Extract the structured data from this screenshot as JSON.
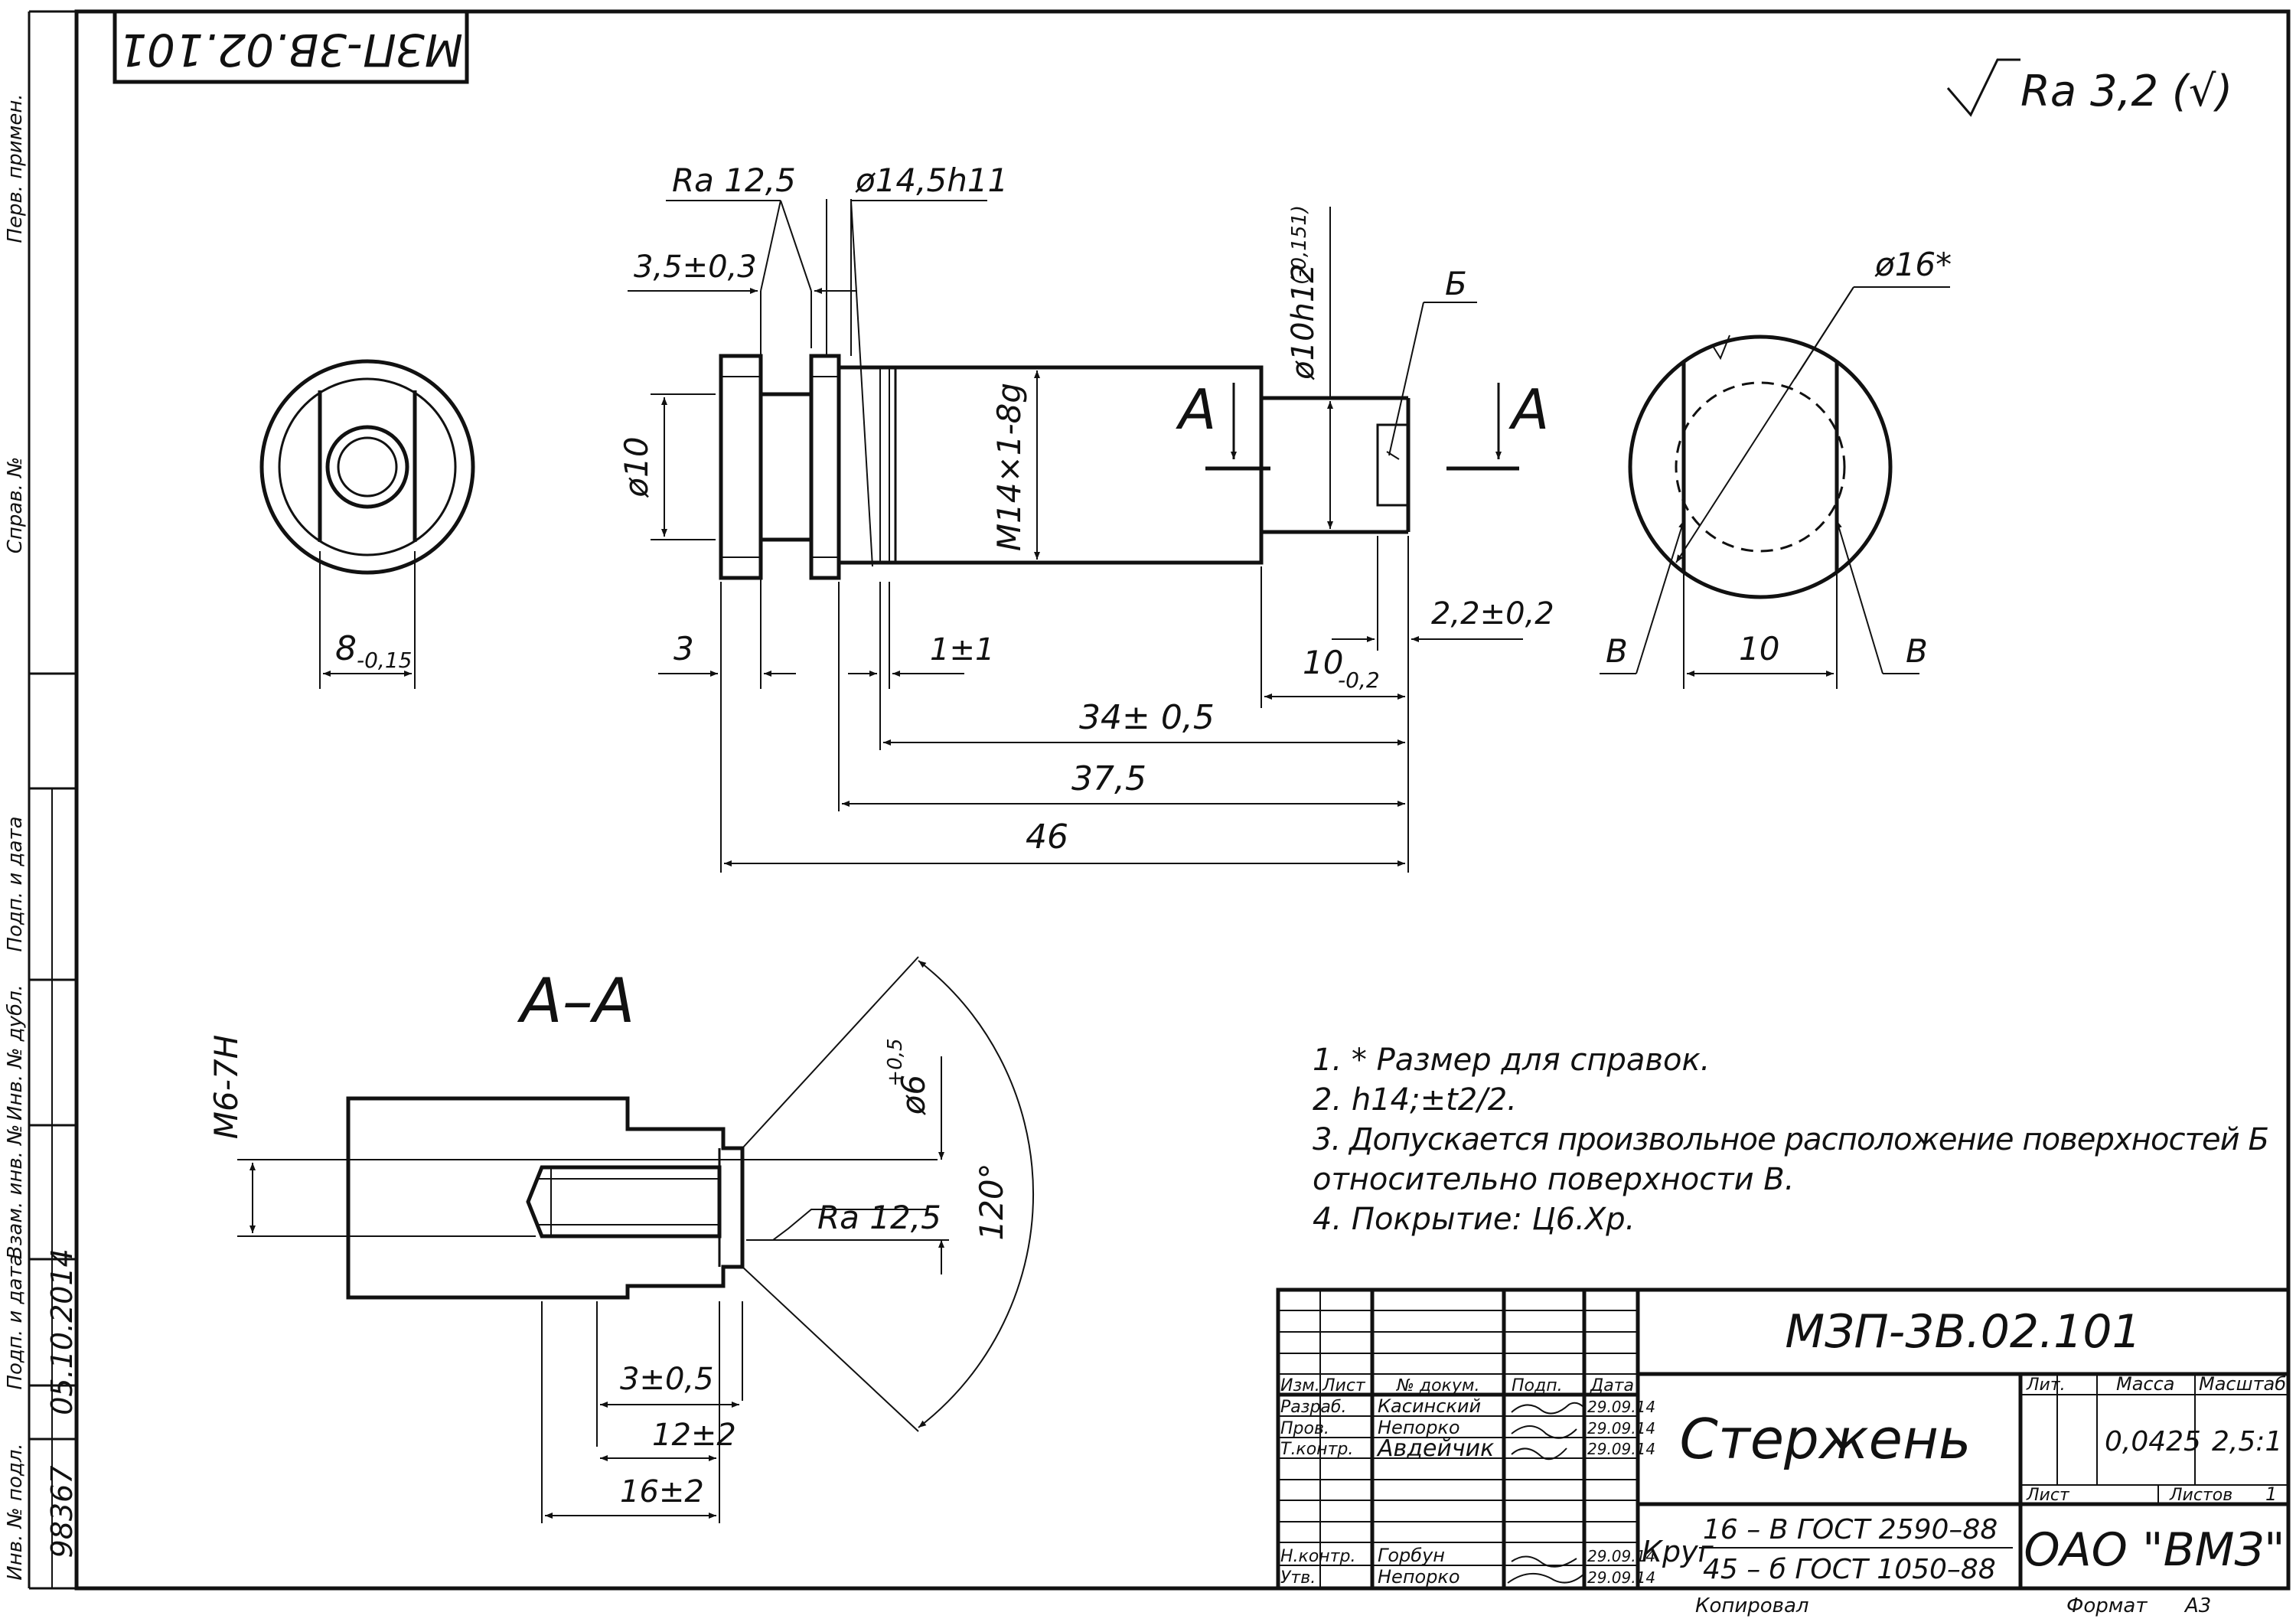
{
  "drawing": {
    "designation": "МЗП-3В.02.101",
    "designation_rotated": "МЗП-3В.02.101",
    "roughness_general": "Ra 3,2 (√)",
    "section_label": "А–А",
    "view_marker": "А"
  },
  "dims": {
    "ra_shoulder": "Ra 12,5",
    "dia_shoulder": "ø14,5h11",
    "len_3_5": "3,5±0,3",
    "dia_10h12": "ø10h12",
    "dia_10h12_tol": "(-0,151)",
    "surface_b": "Б",
    "thread_m14": "M14×1-8g",
    "dia_10": "ø10",
    "width_8": "8",
    "width_8_tol": "-0,15",
    "len_3": "3",
    "len_1": "1±1",
    "len_10": "10",
    "len_10_tol": "-0,2",
    "len_2_2": "2,2±0,2",
    "len_34": "34± 0,5",
    "len_37_5": "37,5",
    "len_46": "46",
    "dia_16": "ø16*",
    "surface_v": "В",
    "flat_10": "10",
    "thread_m6": "M6-7H",
    "dia_6": "ø6",
    "dia_6_tol": "+0,5",
    "angle_120": "120°",
    "ra_section": "Ra 12,5",
    "depth_3": "3±0,5",
    "depth_12": "12±2",
    "depth_16": "16±2"
  },
  "notes": [
    "1.  * Размер для справок.",
    "2. h14;±t2/2.",
    "3. Допускается произвольное расположение поверхностей   Б",
    "относительно поверхности В.",
    "4.  Покрытие: Ц6.Хр."
  ],
  "left_margin": {
    "perv_primen": "Перв. примен.",
    "sprav": "Справ. №",
    "podp_date": "Подп. и дата",
    "inv_dubl": "Инв. № дубл.",
    "vzam_inv": "Взам. инв. №",
    "podp_date2": "Подп. и дата",
    "inv_podl": "Инв. № подл.",
    "inv_podl_value": "98367",
    "date_value": "05.10.2014"
  },
  "title_block": {
    "designation": "МЗП-3В.02.101",
    "part_name": "Стержень",
    "headers": [
      "Изм.",
      "Лист",
      "№ докум.",
      "Подп.",
      "Дата"
    ],
    "roles": [
      "Разраб.",
      "Пров.",
      "Т.контр.",
      "",
      "Н.контр.",
      "Утв."
    ],
    "names": [
      "Касинский",
      "Непорко",
      "Авдейчик",
      "",
      "Горбун",
      "Непорко"
    ],
    "dates": [
      "29.09.14",
      "29.09.14",
      "29.09.14",
      "",
      "29.09.14",
      "29.09.14"
    ],
    "lit_label": "Лит.",
    "mass_label": "Масса",
    "scale_label": "Масштаб",
    "mass_value": "0,0425",
    "scale_value": "2,5:1",
    "sheet_label": "Лист",
    "sheets_label": "Листов",
    "sheets_value": "1",
    "material_prefix": "Круг",
    "material_top": "16 – В ГОСТ 2590–88",
    "material_bottom": "45 – б ГОСТ 1050–88",
    "company": "ОАО \"ВМЗ\"",
    "copied_label": "Копировал",
    "format_label": "Формат",
    "format_value": "А3"
  }
}
